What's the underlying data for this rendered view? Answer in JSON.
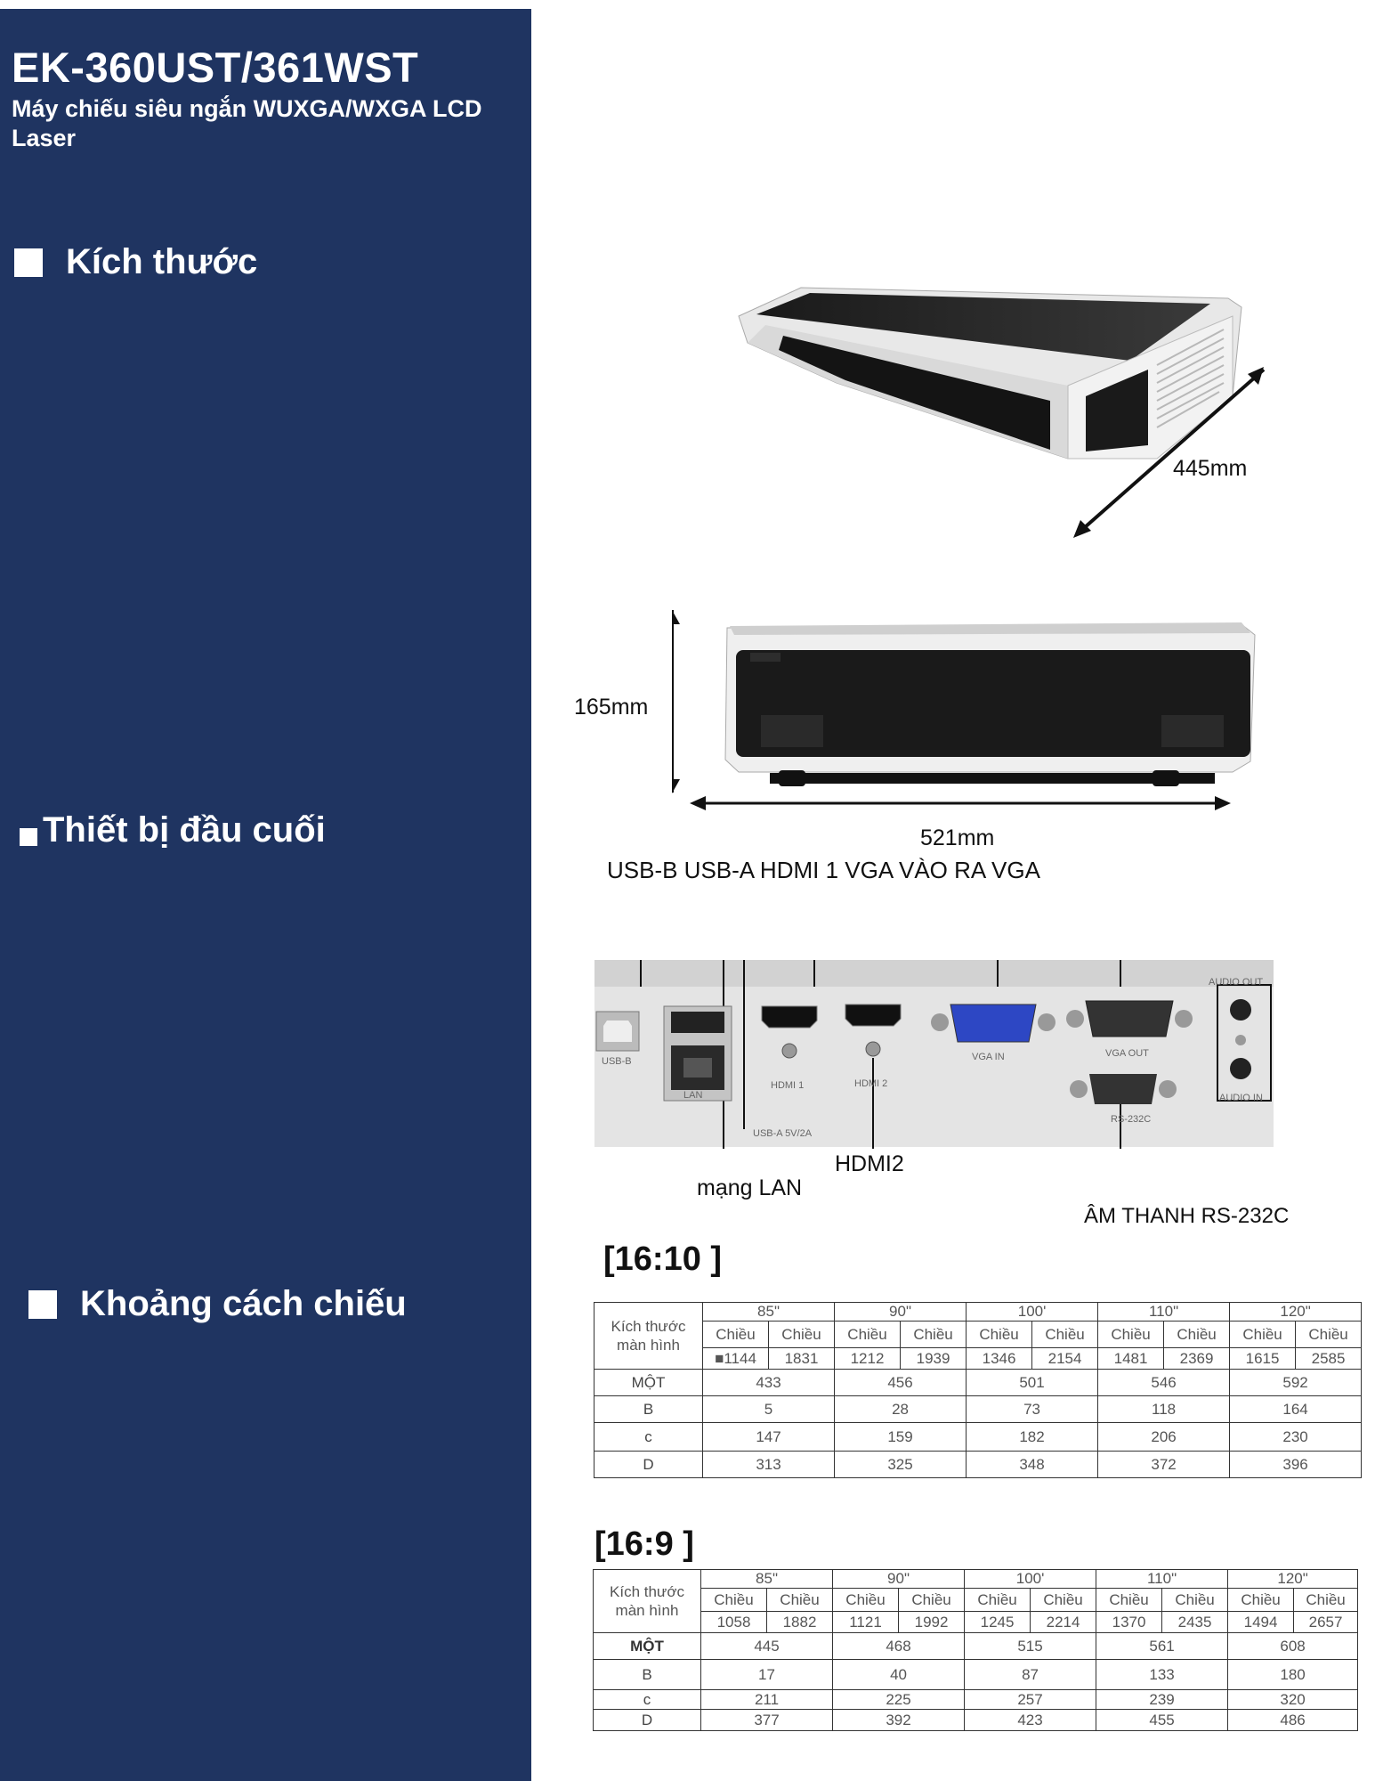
{
  "sidebar": {
    "title": "EK-360UST/361WST",
    "subtitle": "Máy chiếu siêu ngắn WUXGA/WXGA LCD Laser",
    "sections": [
      "Kích thước",
      "Thiết bị đầu cuối",
      "Khoảng cách chiếu"
    ]
  },
  "dimensions": {
    "depth": "445mm",
    "height": "165mm",
    "width": "521mm"
  },
  "terminals": {
    "top_labels": "USB-B USB-A HDMI 1 VGA VÀO RA VGA",
    "panel_labels": {
      "usb_b": "USB-B",
      "lan": "LAN",
      "usb_a": "USB-A 5V/2A",
      "hdmi1": "HDMI 1",
      "hdmi2": "HDMI 2",
      "vga_in": "VGA IN",
      "vga_out": "VGA OUT",
      "rs232c": "RS-232C",
      "audio_out": "AUDIO OUT",
      "audio_in": "AUDIO IN"
    },
    "hdmi2_label": "HDMI2",
    "lan_label": "mạng LAN",
    "audio_label": "ÂM THANH RS-232C"
  },
  "tables": [
    {
      "ratio_label": "[16:10 ]",
      "header_label": "Kích thước màn hình",
      "sizes": [
        "85\"",
        "90\"",
        "100'",
        "110\"",
        "120\""
      ],
      "sub_headers": [
        "Chiều",
        "Chiều",
        "Chiều",
        "Chiều",
        "Chiều",
        "Chiều",
        "Chiều",
        "Chiều",
        "Chiều",
        "Chiều"
      ],
      "dims": [
        "■1144",
        "1831",
        "1212",
        "1939",
        "1346",
        "2154",
        "1481",
        "2369",
        "1615",
        "2585"
      ],
      "rows": [
        {
          "label": "MỘT",
          "values": [
            "433",
            "456",
            "501",
            "546",
            "592"
          ]
        },
        {
          "label": "B",
          "values": [
            "5",
            "28",
            "73",
            "118",
            "164"
          ]
        },
        {
          "label": "c",
          "values": [
            "147",
            "159",
            "182",
            "206",
            "230"
          ]
        },
        {
          "label": "D",
          "values": [
            "313",
            "325",
            "348",
            "372",
            "396"
          ]
        }
      ]
    },
    {
      "ratio_label": "[16:9 ]",
      "header_label": "Kích thước màn hình",
      "sizes": [
        "85\"",
        "90\"",
        "100'",
        "110\"",
        "120\""
      ],
      "sub_headers": [
        "Chiều",
        "Chiều",
        "Chiều",
        "Chiều",
        "Chiều",
        "Chiều",
        "Chiều",
        "Chiều",
        "Chiều",
        "Chiều"
      ],
      "dims": [
        "1058",
        "1882",
        "1121",
        "1992",
        "1245",
        "2214",
        "1370",
        "2435",
        "1494",
        "2657"
      ],
      "rows": [
        {
          "label": "MỘT",
          "values": [
            "445",
            "468",
            "515",
            "561",
            "608"
          ]
        },
        {
          "label": "B",
          "values": [
            "17",
            "40",
            "87",
            "133",
            "180"
          ]
        },
        {
          "label": "c",
          "values": [
            "211",
            "225",
            "257",
            "239",
            "320"
          ]
        },
        {
          "label": "D",
          "values": [
            "377",
            "392",
            "423",
            "455",
            "486"
          ]
        }
      ]
    }
  ]
}
